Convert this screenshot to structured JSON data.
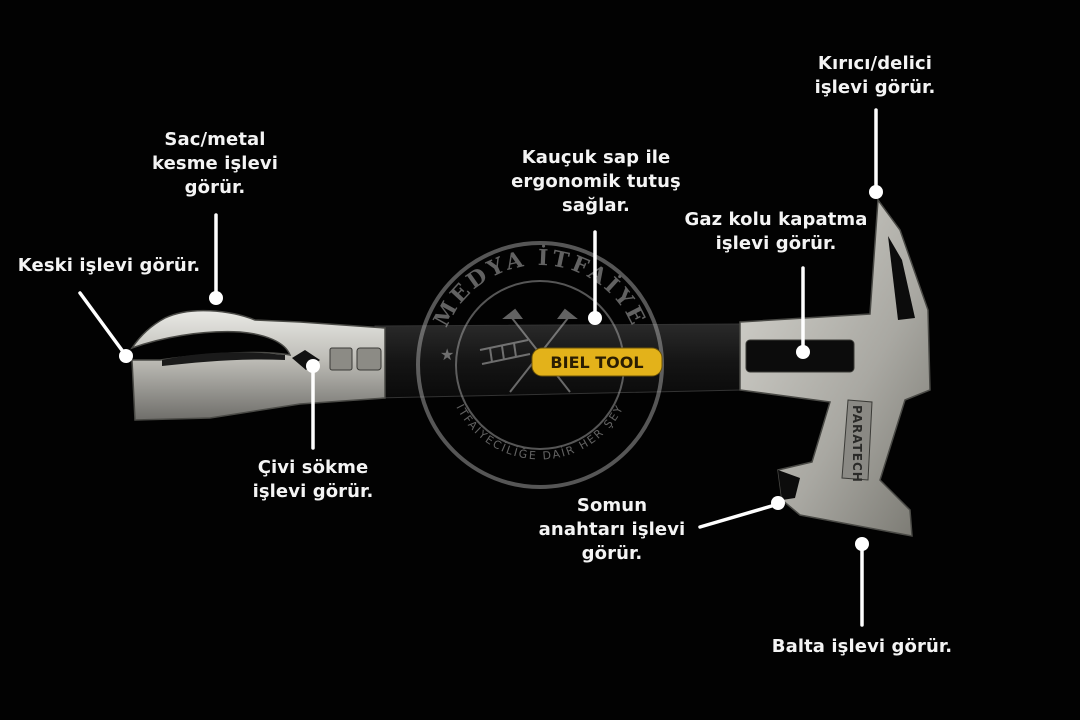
{
  "watermark": {
    "top_text": "MEDYA İTFAİYE",
    "bottom_text": "İTFAİYECİLİĞE DAİR HER ŞEY"
  },
  "brands": {
    "handle_brand": "BIEL TOOL",
    "head_brand": "PARATECH"
  },
  "labels": {
    "kirici": [
      "Kırıcı/delici",
      "işlevi görür."
    ],
    "sac": [
      "Sac/metal",
      "kesme işlevi",
      "görür."
    ],
    "kaucuk": [
      "Kauçuk sap ile",
      "ergonomik tutuş",
      "sağlar."
    ],
    "gaz": [
      "Gaz kolu kapatma",
      "işlevi görür."
    ],
    "keski": [
      "Keski işlevi görür."
    ],
    "civi": [
      "Çivi sökme",
      "işlevi görür."
    ],
    "somun": [
      "Somun",
      "anahtarı işlevi",
      "görür."
    ],
    "balta": [
      "Balta işlevi görür."
    ]
  }
}
